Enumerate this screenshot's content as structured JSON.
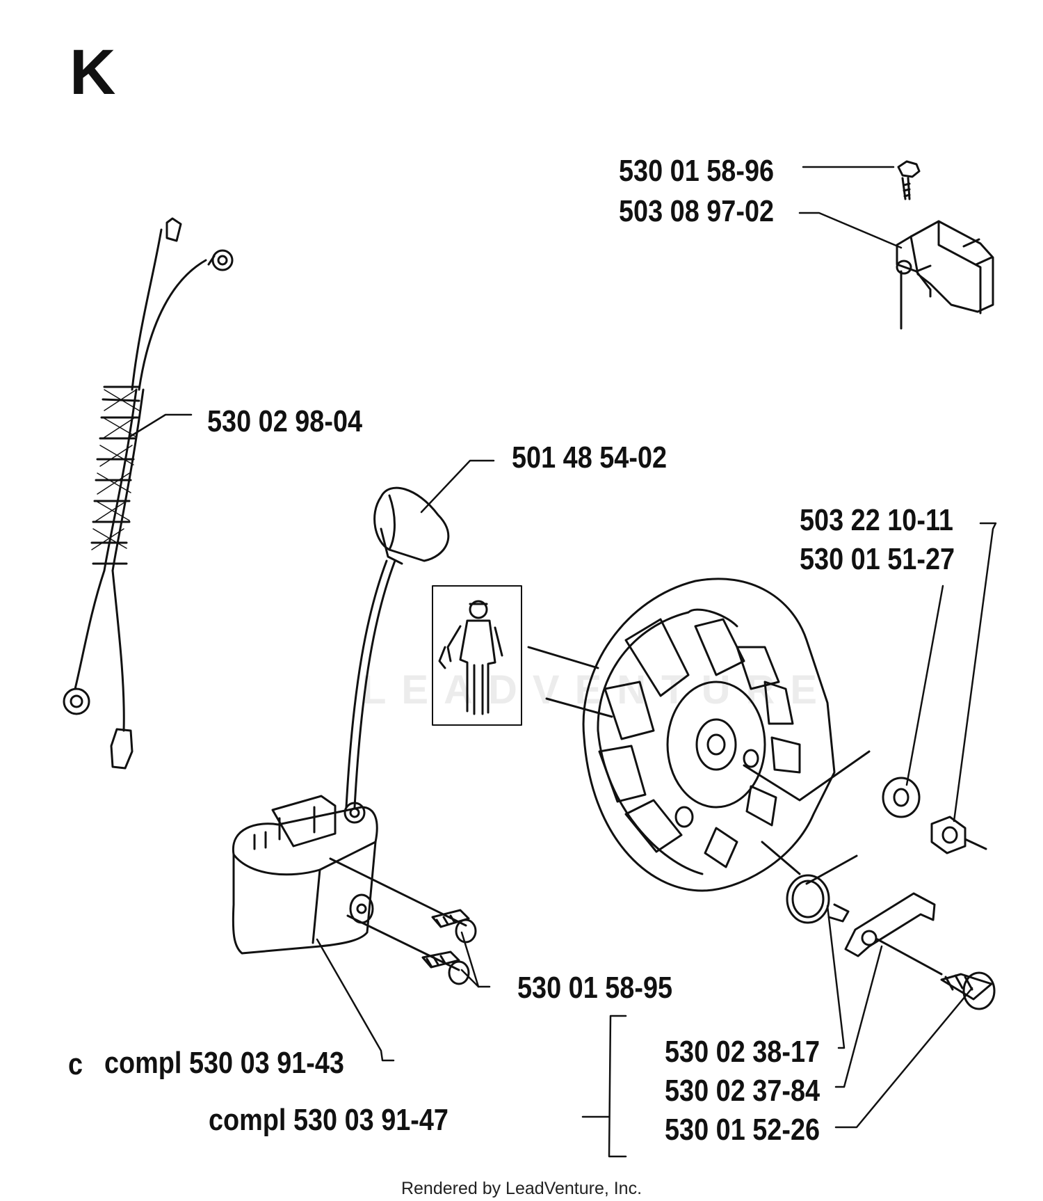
{
  "section_letter": "K",
  "labels": {
    "screw_top": "530 01 58-96",
    "ignition_module": "503 08 97-02",
    "wire_harness": "530 02 98-04",
    "spark_cap": "501 48 54-02",
    "washer": "503 22 10-11",
    "nut": "530 01 51-27",
    "coil_screws": "530 01 58-95",
    "coil_compl_1": "compl 530 03 91-43",
    "coil_compl_1_prefix": "c",
    "coil_compl_2": "compl 530 03 91-47",
    "spring": "530 02 38-17",
    "pawl": "530 02 37-84",
    "pawl_screw": "530 01 52-26"
  },
  "watermark_text": "LEADVENTURE",
  "footer": "Rendered by LeadVenture, Inc."
}
